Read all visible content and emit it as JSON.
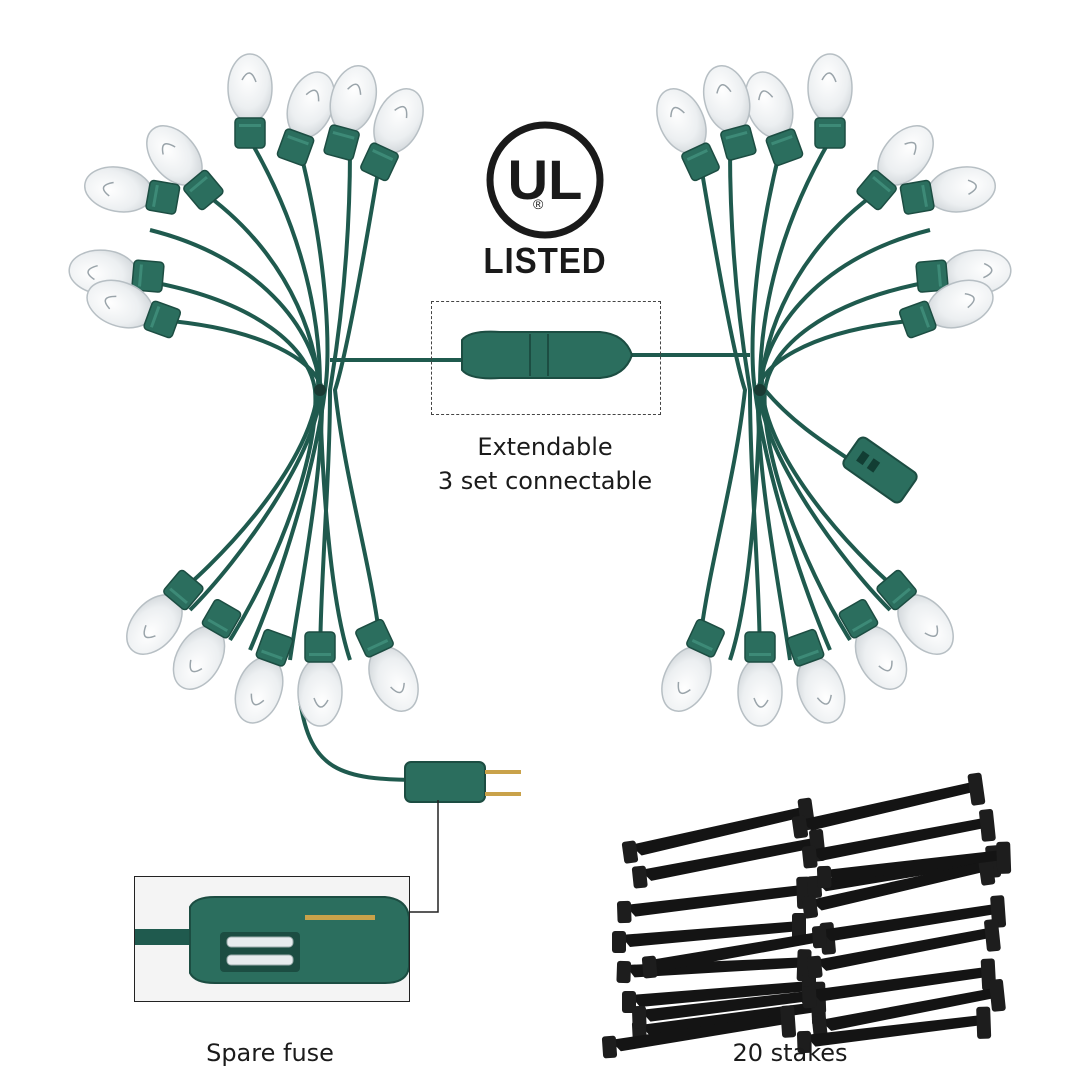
{
  "badge": {
    "mark": "UL",
    "registered": "®",
    "listed": "LISTED"
  },
  "captions": {
    "extendable_line1": "Extendable",
    "extendable_line2": "3 set connectable",
    "spare_fuse": "Spare fuse",
    "stakes": "20 stakes"
  },
  "colors": {
    "wire": "#1f5a4e",
    "socket": "#2b6e5e",
    "bulb_glass": "#eef0f2",
    "stake": "#141414",
    "text": "#1b1b1b"
  }
}
